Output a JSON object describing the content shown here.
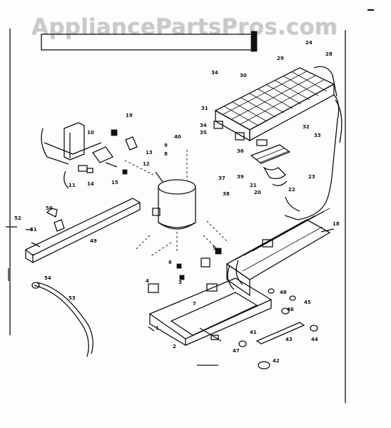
{
  "watermark": {
    "text": "AppliancePartsPros.com"
  },
  "part_labels": [
    "24",
    "28",
    "34",
    "30",
    "29",
    "32",
    "31",
    "34",
    "33",
    "19",
    "40",
    "10",
    "13",
    "9",
    "8",
    "12",
    "11",
    "14",
    "15",
    "35",
    "36",
    "37",
    "38",
    "39",
    "21",
    "22",
    "20",
    "23",
    "18",
    "52",
    "51",
    "50",
    "49",
    "5",
    "6",
    "4",
    "3",
    "7",
    "54",
    "53",
    "48",
    "47",
    "46",
    "45",
    "44",
    "43",
    "42",
    "1",
    "2",
    "41"
  ]
}
